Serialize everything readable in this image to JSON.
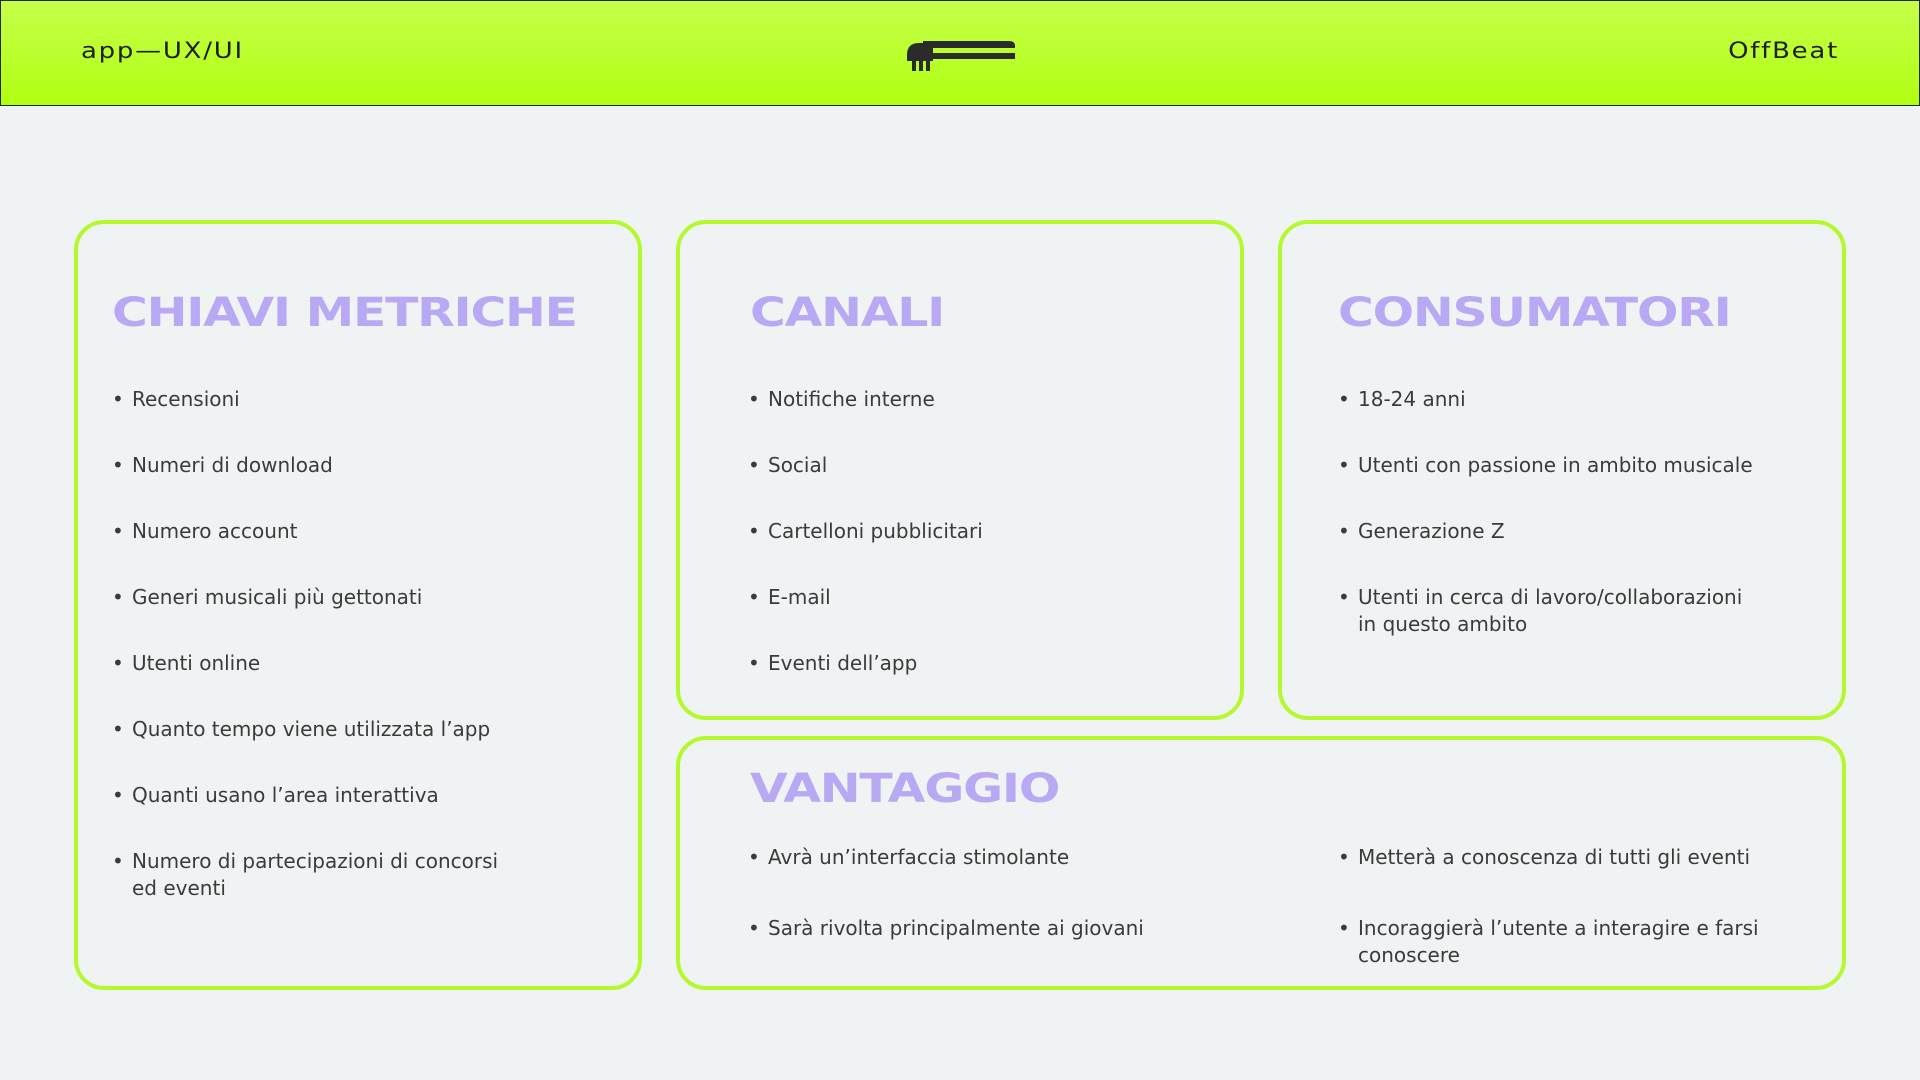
{
  "header": {
    "left_label": "app—UX/UI",
    "right_label": "OffBeat",
    "logo_icon": "offbeat-logo-icon",
    "background": "#b0ff12"
  },
  "colors": {
    "accent": "#b4f92d",
    "title": "#b9a8f3",
    "page_bg": "#eff3f3"
  },
  "cards": {
    "metriche": {
      "title": "CHIAVI METRICHE",
      "items": [
        "Recensioni",
        "Numeri di download",
        "Numero account",
        "Generi musicali più gettonati",
        "Utenti online",
        "Quanto tempo viene utilizzata l’app",
        "Quanti usano l’area interattiva",
        "Numero di partecipazioni di concorsi ed eventi"
      ]
    },
    "canali": {
      "title": "CANALI",
      "items": [
        "Notifiche interne",
        "Social",
        "Cartelloni pubblicitari",
        "E-mail",
        "Eventi dell’app"
      ]
    },
    "consumatori": {
      "title": "CONSUMATORI",
      "items": [
        "18-24 anni",
        "Utenti con passione in ambito musicale",
        "Generazione Z",
        "Utenti in cerca di lavoro/collaborazioni in questo ambito"
      ]
    },
    "vantaggio": {
      "title": "VANTAGGIO",
      "left_items": [
        "Avrà un’interfaccia stimolante",
        "Sarà rivolta principalmente ai giovani"
      ],
      "right_items": [
        "Metterà a conoscenza di tutti gli eventi",
        "Incoraggierà l’utente a interagire e farsi conoscere"
      ]
    }
  }
}
